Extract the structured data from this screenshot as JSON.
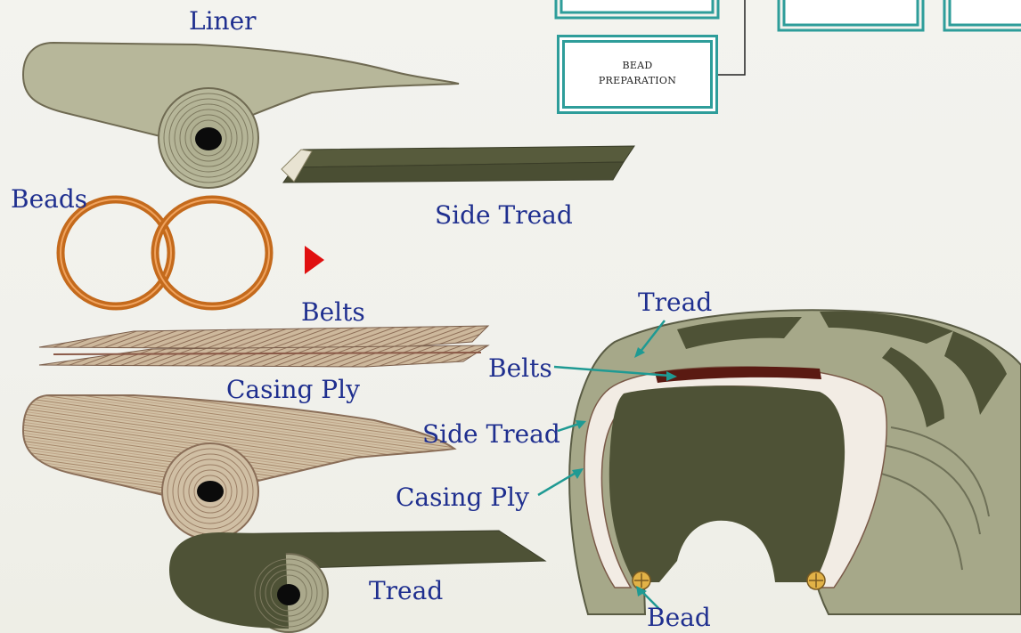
{
  "flow_boxes": {
    "bead_preparation": [
      "BEAD",
      "PREPARATION"
    ]
  },
  "labels": {
    "liner": "Liner",
    "beads": "Beads",
    "side_tread": "Side Tread",
    "belts": "Belts",
    "casing_ply": "Casing Ply",
    "tread": "Tread"
  },
  "cross_section_labels": {
    "tread": "Tread",
    "belts": "Belts",
    "side_tread": "Side Tread",
    "casing_ply": "Casing Ply",
    "bead": "Bead"
  },
  "colors": {
    "label_text": "#1f2f8f",
    "box_border": "#2e9d9a",
    "arrow_teal": "#1f9a93",
    "rubber_dark": "#4e5236",
    "rubber_light": "#b9b99c",
    "fabric": "#c9b79a",
    "bead_ring": "#c46a1c",
    "play_arrow": "#e01010"
  }
}
